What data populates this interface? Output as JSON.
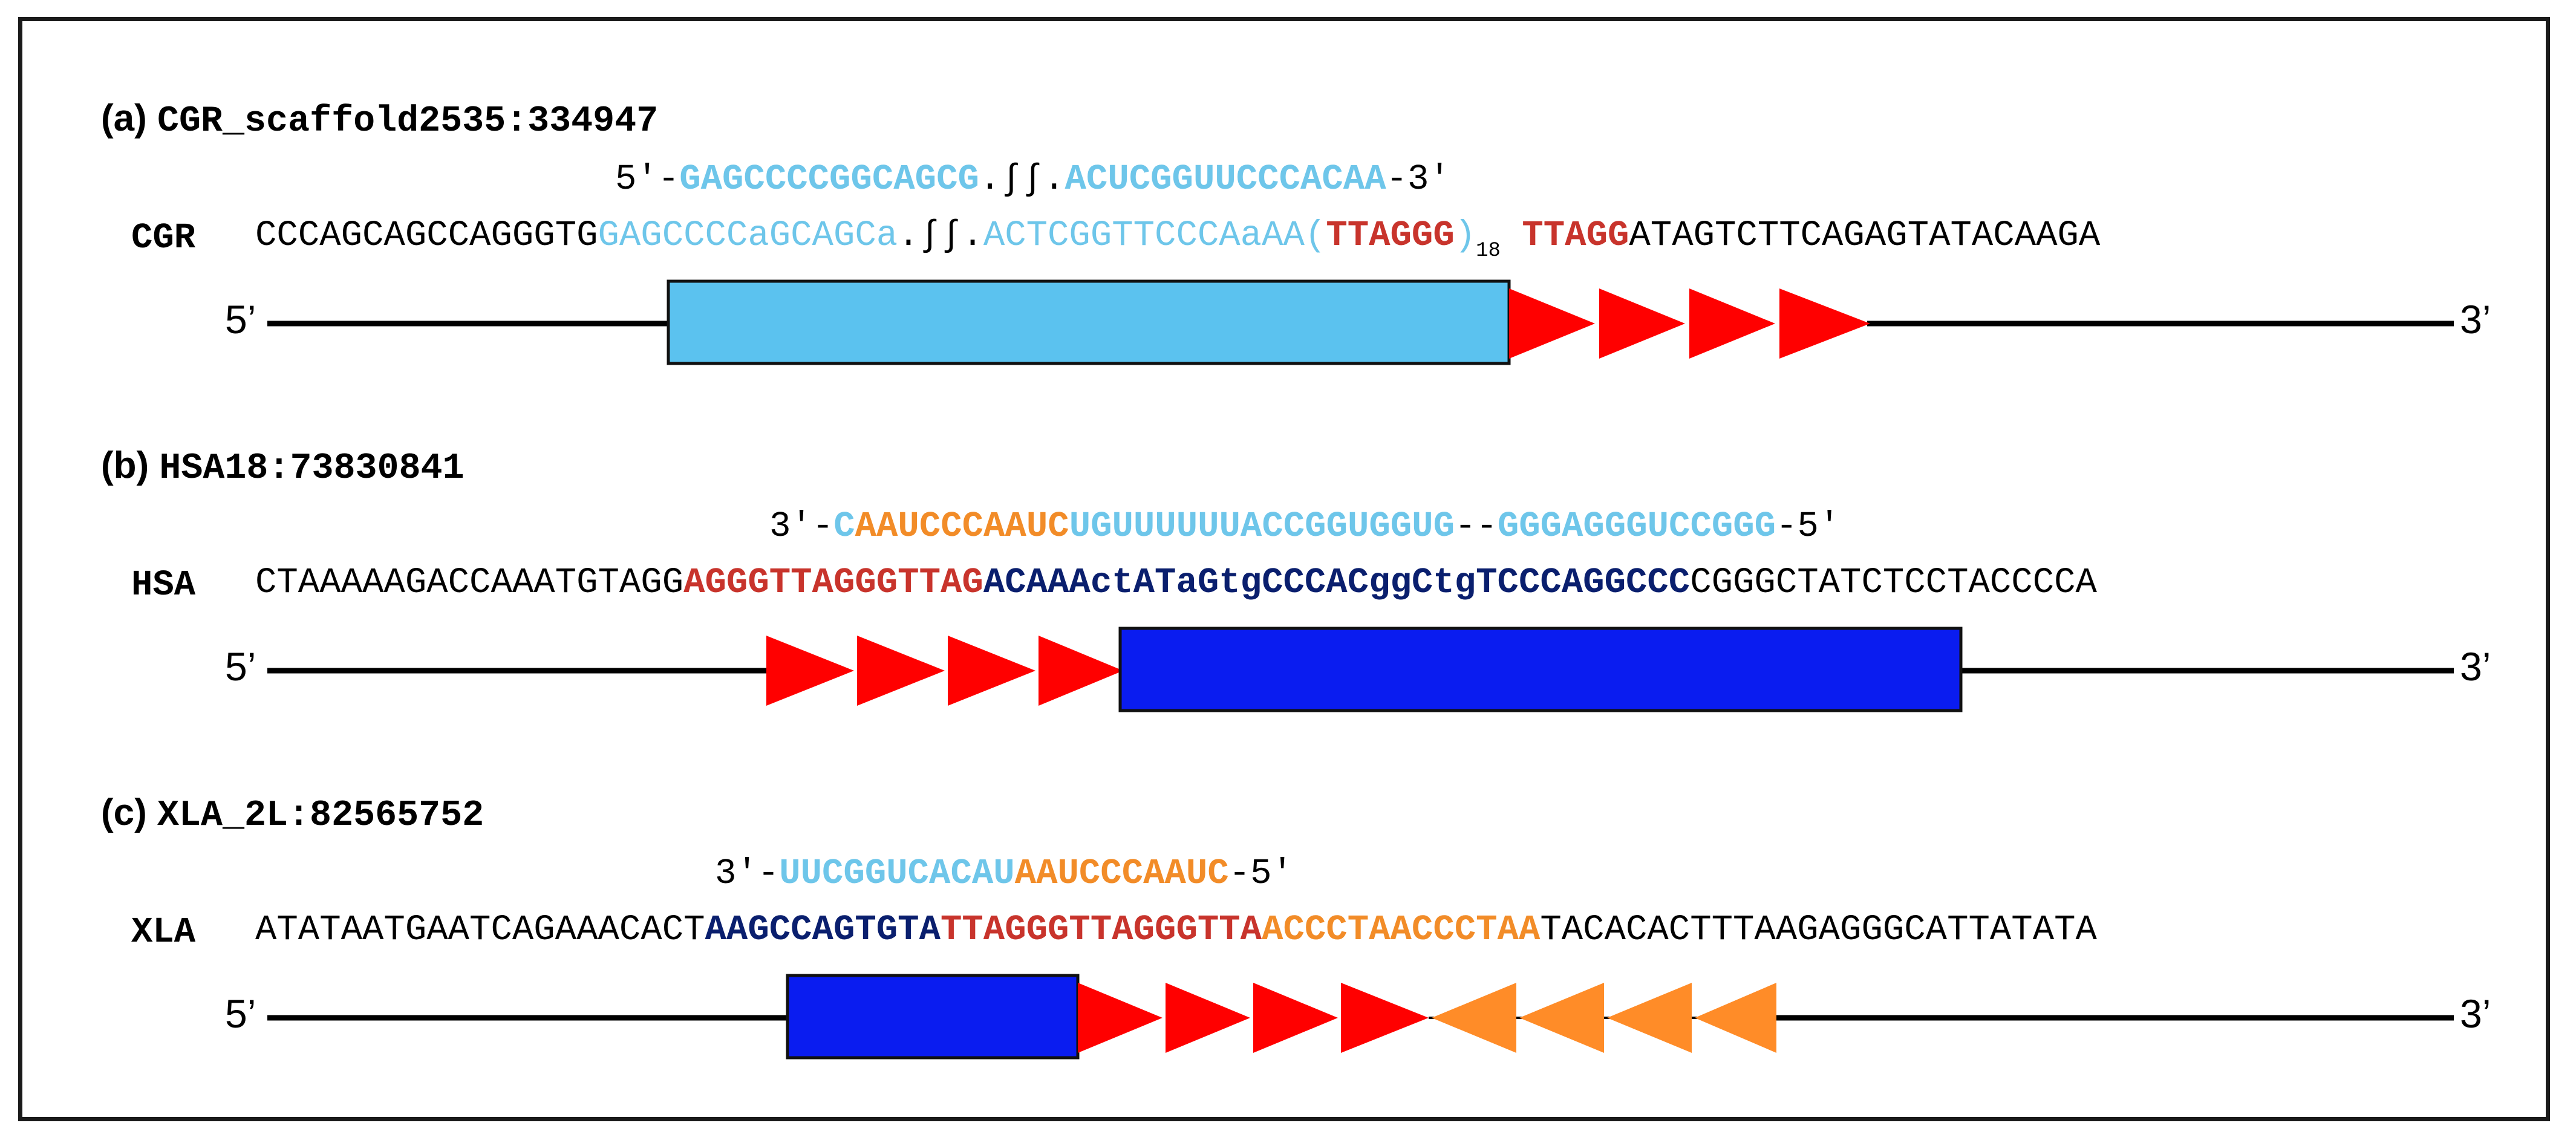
{
  "colors": {
    "light_blue_box": "#5bc2ef",
    "dark_blue_box": "#0a1cf0",
    "red_arrow": "#ff0000",
    "orange_arrow": "#ff8c28",
    "light_blue_text": "#6ec6ea",
    "red_text": "#c8342c",
    "orange_text": "#f28c28",
    "navy_text": "#0a1f6e"
  },
  "panels": [
    {
      "tag": "(a)",
      "locus": "CGR_scaffold2535:334947",
      "species": "CGR",
      "rna": {
        "prefix": "5′-",
        "seg1": "GAGCCCCGGCAGCG",
        "gap": ".∫∫.",
        "seg2": "ACUCGGUUCCCACAA",
        "suffix": "-3′"
      },
      "genomic": {
        "s1": "CCCAGCAGCCAGGGTG",
        "s2": "GAGCCCCaGCAGCa",
        "gap": ".∫∫.",
        "s3": "ACTCGGTTCCCAaAA",
        "open_paren": "(",
        "repeat": "TTAGGG",
        "close_paren": ")",
        "repeat_count": "18",
        "s4": "TTAGG",
        "s5": "ATAGTCTTCAGAGTATACAAGA"
      },
      "end5": "5’",
      "end3": "3’",
      "red_arrows": 4,
      "orange_arrows": 0
    },
    {
      "tag": "(b)",
      "locus": "HSA18:73830841",
      "species": "HSA",
      "rna": {
        "prefix": "3′-",
        "seg0": "C",
        "seg1": "AAUCCCAAUC",
        "seg2": "UGUUUUUUACCGGUGGUG",
        "dashes": "--",
        "seg3": "GGGAGGGUCCGGG",
        "suffix": "-5′"
      },
      "genomic": {
        "s1": "CTAAAAAGACCAAATGTAGG",
        "s2": "AGGGTTAGGGTTAG",
        "s3": "ACAAActATaGtgCCCACggCtgTCCCAGGCCC",
        "s4": "CGGGCTATCTCCTACCCCA"
      },
      "end5": "5’",
      "end3": "3’",
      "red_arrows": 4,
      "orange_arrows": 0
    },
    {
      "tag": "(c)",
      "locus": "XLA_2L:82565752",
      "species": "XLA",
      "rna": {
        "prefix": "3′-",
        "seg1": "UUCGGUCACAU",
        "seg2": "AAUCCCAAUC",
        "suffix": "-5′"
      },
      "genomic": {
        "s1": "ATATAATGAATCAGAAACACT",
        "s2": "AAGCCAGTGTA",
        "s3": "TTAGGGTTAGGGTTA",
        "s4": "ACCCTAACCCTAA",
        "s5": "TACACACTTTAAGAGGGCATTATATA"
      },
      "end5": "5’",
      "end3": "3’",
      "red_arrows": 4,
      "orange_arrows": 4
    }
  ]
}
